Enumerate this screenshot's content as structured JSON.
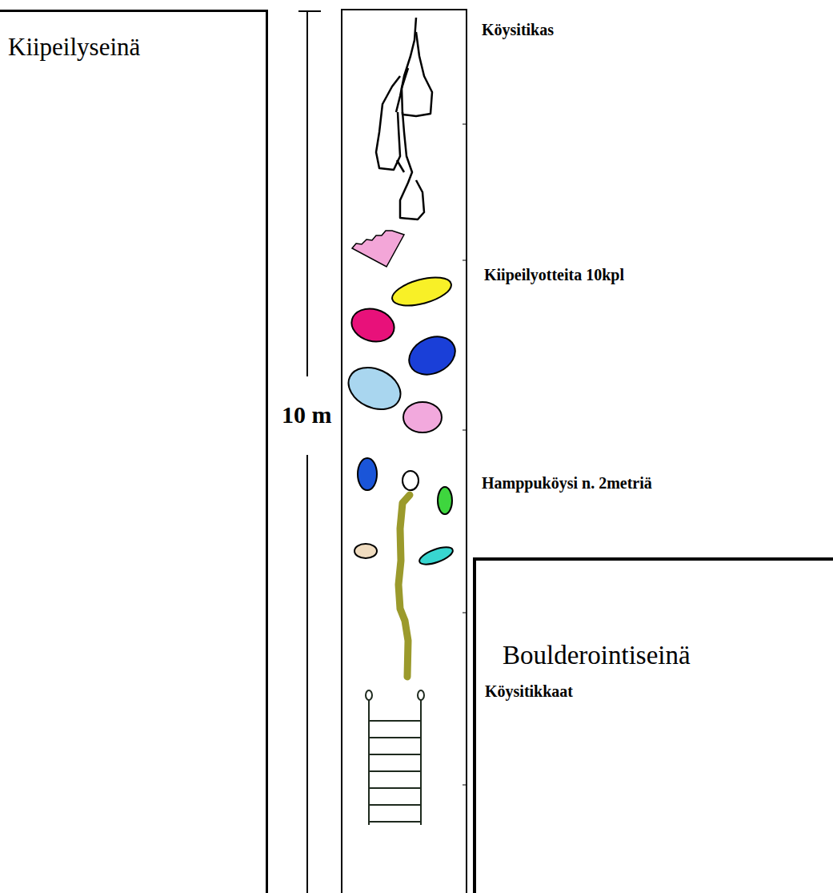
{
  "diagram": {
    "nodes": [
      {
        "text": [
          "Kiipeilyseinä"
        ]
      },
      {
        "text": [
          "Boulderointiseinä"
        ]
      }
    ],
    "labels": [
      "10 m",
      "Köysitikas",
      "Kiipeilyotteita 10kpl",
      "Hamppuköysi n. 2metriä",
      "Köysitikkaat"
    ]
  }
}
